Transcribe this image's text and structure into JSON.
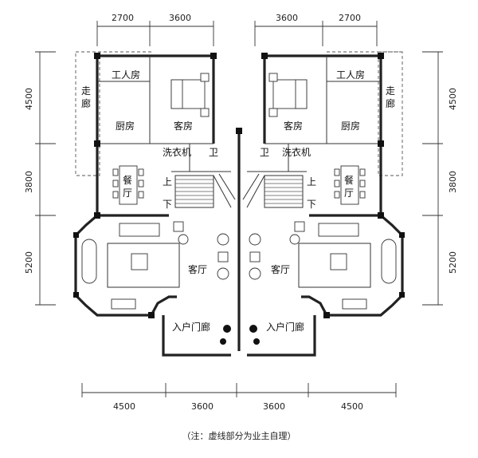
{
  "dimensions": {
    "top": [
      "2700",
      "3600",
      "3600",
      "2700"
    ],
    "bottom": [
      "4500",
      "3600",
      "3600",
      "4500"
    ],
    "left": [
      "4500",
      "3800",
      "5200"
    ],
    "right": [
      "4500",
      "3800",
      "5200"
    ]
  },
  "rooms": {
    "worker_room": "工人房",
    "corridor": "走\n廊",
    "kitchen": "厨房",
    "guest_room": "客房",
    "laundry": "洗衣机",
    "bath": "卫",
    "dining": "餐\n厅",
    "stair_up": "上",
    "stair_down": "下",
    "living": "客厅",
    "entrance": "入户门廊"
  },
  "note": "（注：虚线部分为业主自理）"
}
